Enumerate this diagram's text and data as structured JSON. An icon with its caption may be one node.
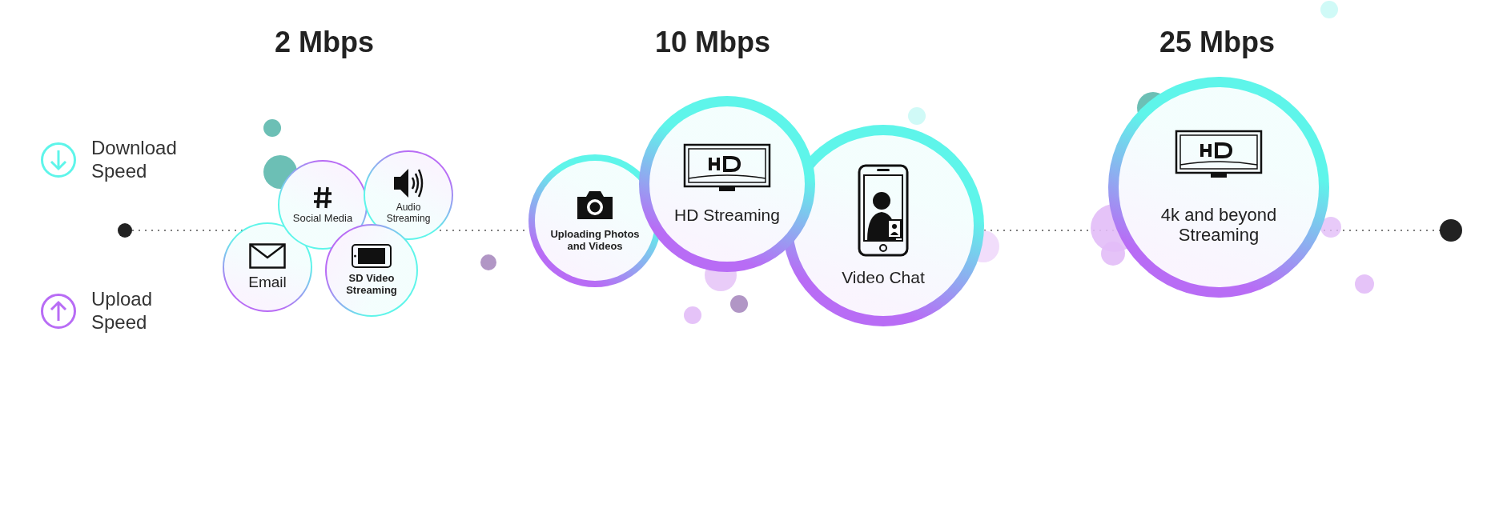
{
  "diagram": {
    "nodes": [
      {
        "text": [
          "Email"
        ]
      },
      {
        "text": [
          "Social Media"
        ]
      },
      {
        "text": [
          "Audio Streaming"
        ]
      },
      {
        "text": [
          "SD Video Streaming"
        ]
      },
      {
        "text": [
          "Uploading Photos and Videos"
        ]
      },
      {
        "text": [
          "HD Streaming"
        ]
      },
      {
        "text": [
          "Video Chat"
        ]
      },
      {
        "text": [
          "4k and beyond Streaming"
        ]
      }
    ],
    "edges": [],
    "labels": [
      "2 Mbps",
      "10 Mbps",
      "25 Mbps"
    ],
    "legend": [
      {
        "text": "Download Speed",
        "color": "#5ef5ea"
      },
      {
        "text": "Upload Speed",
        "color": "#b86cf5"
      }
    ]
  }
}
